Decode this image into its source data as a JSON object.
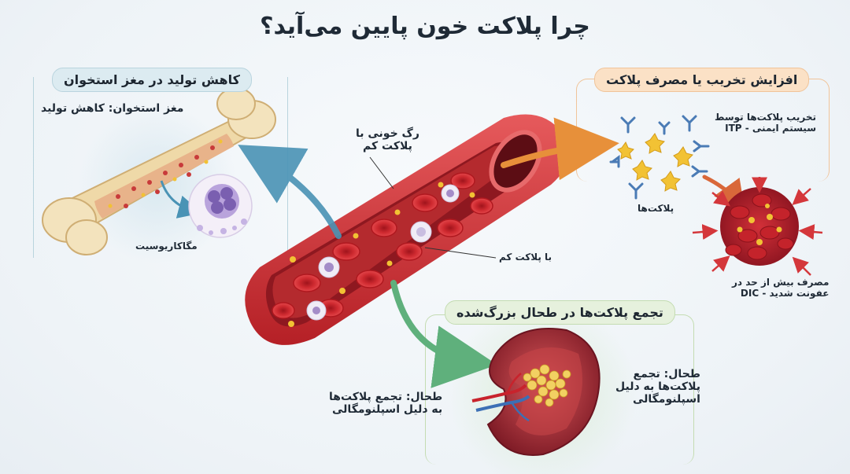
{
  "title": "چرا پلاکت خون پایین می‌آید؟",
  "panels": {
    "bone_marrow": {
      "heading": "کاهش تولید در مغز استخوان",
      "caption": "مغز استخوان: کاهش تولید",
      "cell_label": "مگاکاریوسیت"
    },
    "destruction": {
      "heading": "افزایش تخریب یا مصرف پلاکت",
      "itp_line1": "تخریب پلاکت‌ها توسط",
      "itp_line2": "سیستم ایمنی - ITP",
      "platelets_label": "پلاکت‌ها",
      "dic_line1": "مصرف بیش از حد در",
      "dic_line2": "عفونت شدید - DIC"
    },
    "spleen": {
      "heading": "تجمع پلاکت‌ها در طحال بزرگ‌شده",
      "left_line1": "طحال: تجمع پلاکت‌ها",
      "left_line2": "به دلیل اسپلنومگالی",
      "right_line1": "طحال: تجمع",
      "right_line2": "پلاکت‌ها به دلیل",
      "right_line3": "اسپلنومگالی"
    }
  },
  "vessel": {
    "label_line1": "رگ خونی با",
    "label_line2": "پلاکت کم",
    "pointer_label": "با پلاکت کم"
  },
  "colors": {
    "blood_red": "#c8232c",
    "vessel_wall": "#e0454a",
    "bone": "#efd9a8",
    "platelet": "#f2c234",
    "megakaryocyte": "#9b7fc7",
    "arrow_blue": "#4a93b5",
    "arrow_orange": "#e7903a",
    "arrow_green": "#5fb07c"
  }
}
